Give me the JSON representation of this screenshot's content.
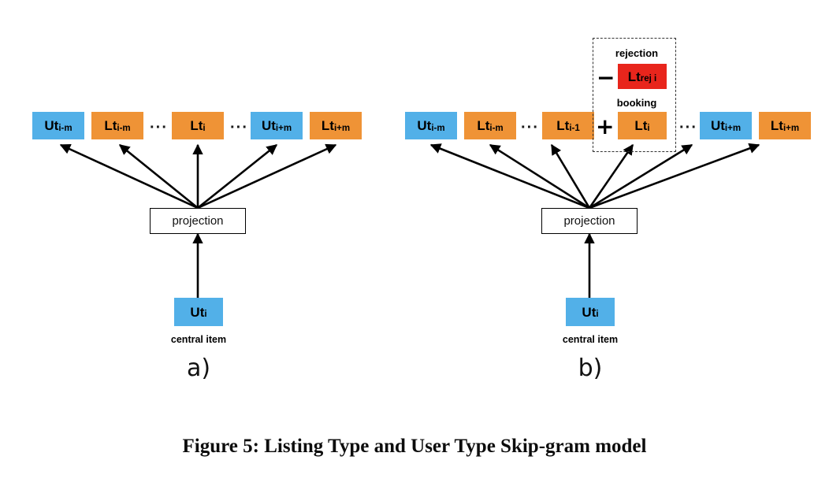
{
  "figure": {
    "caption": "Figure 5: Listing Type and User Type Skip-gram model",
    "colors": {
      "blue": "#52b0e8",
      "orange": "#ef9336",
      "red": "#e8251c",
      "stroke": "#000000",
      "dashed": "#333333"
    }
  },
  "panel_a": {
    "letter": "a)",
    "projection_label": "projection",
    "central_item_label": "central item",
    "central_node": {
      "base": "Ut",
      "sub": "i",
      "color": "blue"
    },
    "ellipsis": "···",
    "context_nodes": [
      {
        "base": "Ut",
        "sub": "i-m",
        "color": "blue"
      },
      {
        "base": "Lt",
        "sub": "i-m",
        "color": "orange"
      },
      {
        "base": "Lt",
        "sub": "i",
        "color": "orange"
      },
      {
        "base": "Ut",
        "sub": "i+m",
        "color": "blue"
      },
      {
        "base": "Lt",
        "sub": "i+m",
        "color": "orange"
      }
    ]
  },
  "panel_b": {
    "letter": "b)",
    "projection_label": "projection",
    "central_item_label": "central item",
    "central_node": {
      "base": "Ut",
      "sub": "i",
      "color": "blue"
    },
    "ellipsis": "···",
    "context_nodes": [
      {
        "base": "Ut",
        "sub": "i-m",
        "color": "blue"
      },
      {
        "base": "Lt",
        "sub": "i-m",
        "color": "orange"
      },
      {
        "base": "Lt",
        "sub": "i-1",
        "color": "orange"
      },
      {
        "base": "Ut",
        "sub": "i+m",
        "color": "blue"
      },
      {
        "base": "Lt",
        "sub": "i+m",
        "color": "orange"
      }
    ],
    "group_box": {
      "rejection": {
        "label": "rejection",
        "operator": "−",
        "node": {
          "base": "Lt",
          "sub": "rej i",
          "color": "red"
        }
      },
      "booking": {
        "label": "booking",
        "operator": "+",
        "node": {
          "base": "Lt",
          "sub": "i",
          "color": "orange"
        }
      }
    }
  }
}
